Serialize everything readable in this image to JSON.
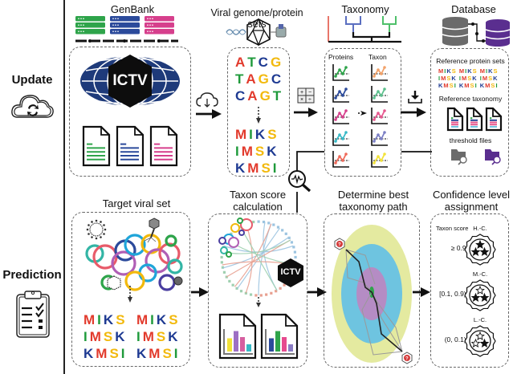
{
  "rows": {
    "update": {
      "label": "Update",
      "icon": "cloud-sync-icon"
    },
    "prediction": {
      "label": "Prediction",
      "icon": "clipboard-checklist-icon"
    }
  },
  "update_panels": {
    "genbank": {
      "title": "GenBank",
      "logo_text": "ICTV",
      "server_colors": [
        "#2ea44a",
        "#2b4a9b",
        "#d63f8c"
      ],
      "doc_colors": [
        "#2ea44a",
        "#2b4a9b",
        "#d63f8c"
      ]
    },
    "viral_sets": {
      "title": "Viral genome/protein sets",
      "dna_rows": [
        [
          "A",
          "T",
          "C",
          "G"
        ],
        [
          "T",
          "A",
          "G",
          "C"
        ],
        [
          "C",
          "A",
          "G",
          "T"
        ]
      ],
      "dna_colors": [
        [
          "r",
          "g",
          "b",
          "y"
        ],
        [
          "g",
          "r",
          "y",
          "b"
        ],
        [
          "b",
          "r",
          "y",
          "g"
        ]
      ],
      "protein_rows": [
        [
          "M",
          "I",
          "K",
          "S"
        ],
        [
          "I",
          "M",
          "S",
          "K"
        ],
        [
          "K",
          "M",
          "S",
          "I"
        ]
      ],
      "protein_colors": [
        [
          "r",
          "g",
          "b",
          "y"
        ],
        [
          "g",
          "r",
          "y",
          "b"
        ],
        [
          "b",
          "r",
          "y",
          "g"
        ]
      ]
    },
    "taxonomy": {
      "title": "Taxonomy",
      "col_proteins": "Proteins",
      "col_taxon": "Taxon",
      "protein_colors": [
        "#2ea44a",
        "#2b4a9b",
        "#d63f8c",
        "#37b9c6",
        "#ef6a5a"
      ],
      "taxon_colors": [
        "#f2a26a",
        "#5cbf8c",
        "#e6578e",
        "#7b7fc4",
        "#f2e23a"
      ],
      "tree_colors": [
        "#e8766a",
        "#5b6fc0",
        "#4fc06a"
      ]
    },
    "database": {
      "title": "Database",
      "ref_protein_label": "Reference protein sets",
      "ref_protein_seq": [
        "MIKS MIKS MIKS",
        "IMSK IMSK IMSK",
        "KMSI KMSI KMSI"
      ],
      "ref_taxonomy_label": "Reference taxonomy",
      "threshold_label": "threshold files",
      "db_colors": [
        "#6b6b6b",
        "#5a2e8f"
      ]
    }
  },
  "prediction_panels": {
    "target": {
      "title": "Target viral set",
      "protein_rows": [
        [
          "M",
          "I",
          "K",
          "S"
        ],
        [
          "I",
          "M",
          "S",
          "K"
        ],
        [
          "K",
          "M",
          "S",
          "I"
        ]
      ],
      "protein_colors": [
        [
          "r",
          "g",
          "b",
          "y"
        ],
        [
          "g",
          "r",
          "y",
          "b"
        ],
        [
          "b",
          "r",
          "y",
          "g"
        ]
      ]
    },
    "taxon_score": {
      "title_line1": "Taxon score",
      "title_line2": "calculation",
      "logo_text": "ICTV"
    },
    "best_path": {
      "title_line1": "Determine best",
      "title_line2": "taxonomy path",
      "ring_colors": [
        "#e4eaa0",
        "#6ec4e0",
        "#b58cc4",
        "#2ea44a"
      ]
    },
    "confidence": {
      "title_line1": "Confidence level",
      "title_line2": "assignment",
      "header": "Taxon score",
      "levels": [
        {
          "range": "≥ 0.9:",
          "label": "H.-C.",
          "filled_stars": 3
        },
        {
          "range": "[0.1, 0.9):",
          "label": "M.-C.",
          "filled_stars": 2
        },
        {
          "range": "(0, 0.1):",
          "label": "L.-C.",
          "filled_stars": 1
        }
      ]
    }
  }
}
